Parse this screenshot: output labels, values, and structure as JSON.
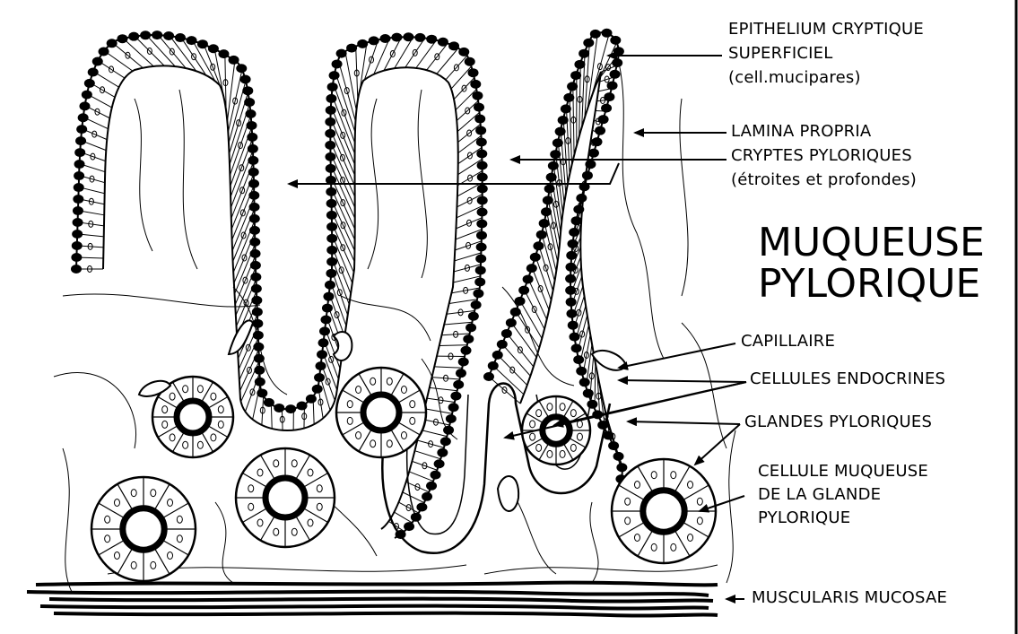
{
  "title": {
    "line1": "MUQUEUSE",
    "line2": "PYLORIQUE"
  },
  "labels": {
    "epithelium": {
      "line1": "EPITHELIUM CRYPTIQUE",
      "line2": "SUPERFICIEL",
      "line3": "(cell.mucipares)"
    },
    "lamina": {
      "line1": "LAMINA PROPRIA",
      "line2": "CRYPTES PYLORIQUES",
      "line3": "(étroites et profondes)"
    },
    "capillaire": "CAPILLAIRE",
    "endocrines": "CELLULES ENDOCRINES",
    "glandes": "GLANDES PYLORIQUES",
    "cellule_muqueuse": {
      "line1": "CELLULE MUQUEUSE",
      "line2": "DE LA GLANDE",
      "line3": "PYLORIQUE"
    },
    "muscularis": "MUSCULARIS MUCOSAE"
  }
}
